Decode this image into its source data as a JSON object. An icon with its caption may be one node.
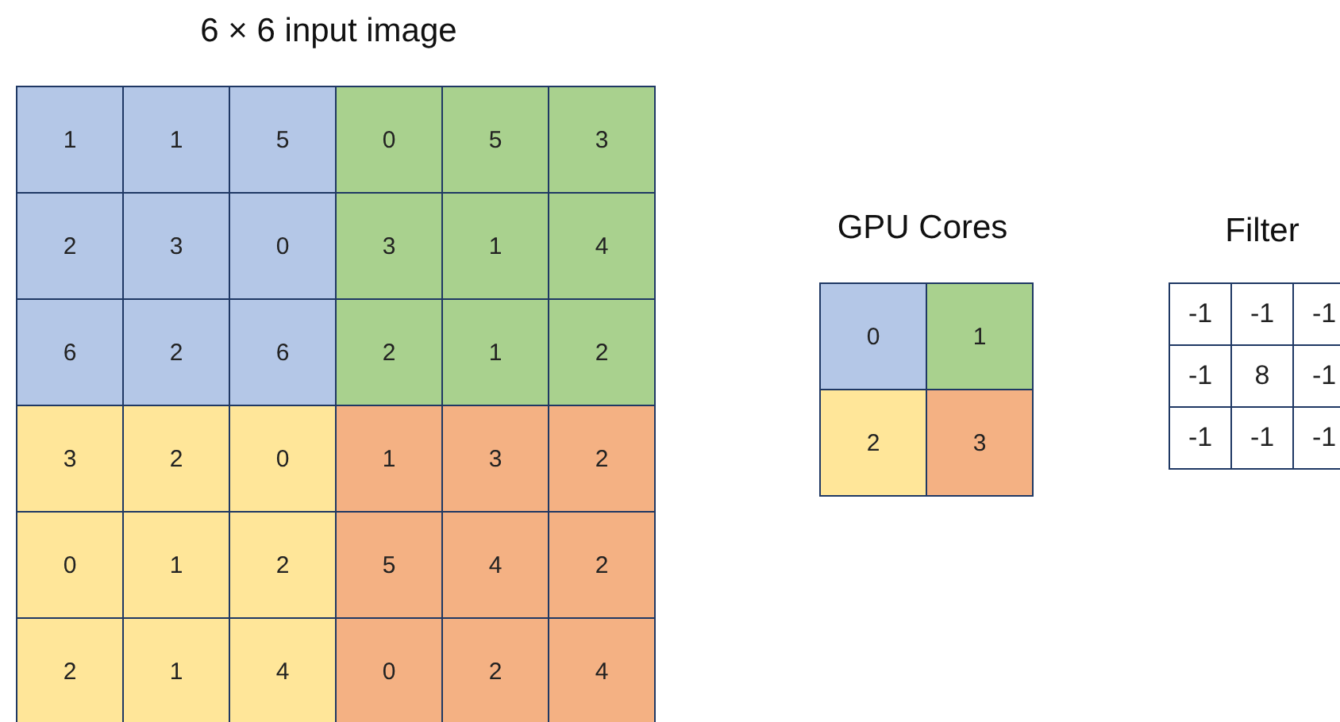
{
  "diagram": {
    "labels": [
      "6 × 6 input image",
      "1",
      "1",
      "5",
      "0",
      "5",
      "3",
      "2",
      "3",
      "0",
      "3",
      "1",
      "4",
      "6",
      "2",
      "6",
      "2",
      "1",
      "2",
      "3",
      "2",
      "0",
      "1",
      "3",
      "2",
      "0",
      "1",
      "2",
      "5",
      "4",
      "2",
      "2",
      "1",
      "4",
      "0",
      "2",
      "4",
      "GPU Cores",
      "0",
      "1",
      "2",
      "3",
      "Filter",
      "-1",
      "-1",
      "-1",
      "-1",
      "8",
      "-1",
      "-1",
      "-1",
      "-1"
    ]
  }
}
